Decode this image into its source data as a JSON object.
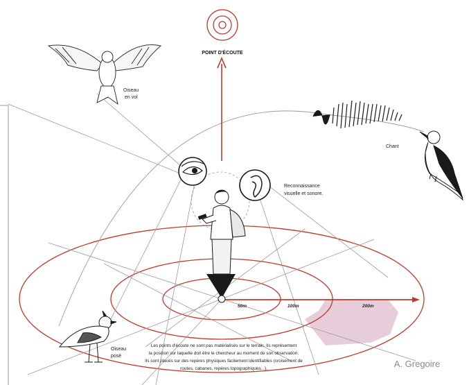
{
  "title": "POINT D'ÉCOUTE",
  "labels": {
    "flying_bird_line1": "Oiseau",
    "flying_bird_line2": "en vol",
    "song": "Chant",
    "recognition_line1": "Reconnaissance",
    "recognition_line2": "visuelle et sonore.",
    "perched_bird_line1": "Oiseau",
    "perched_bird_line2": "posé"
  },
  "distances": [
    "50m",
    "100m",
    "200m"
  ],
  "caption": [
    "Les points d'écoute ne sont pas matérialisés sur le terrain. Ils représentent",
    "la position sur laquelle doit être le chercheur au moment de son observation.",
    "Ils sont placés sur des repères physiques facilement identifiables (croisement de",
    "routes, cabanes, repères topographiques...)."
  ],
  "credit": "A. Gregoire",
  "colors": {
    "accent_red": "#c0392b",
    "zone_pink": "#e3c3d2",
    "line_gray": "#9a9a9a",
    "ink": "#1a1a1a"
  },
  "icons": [
    "target-icon",
    "arrow-up-icon",
    "eye-icon",
    "ear-icon",
    "flying-bird-icon",
    "singing-bird-icon",
    "perched-bird-icon",
    "observer-icon"
  ]
}
